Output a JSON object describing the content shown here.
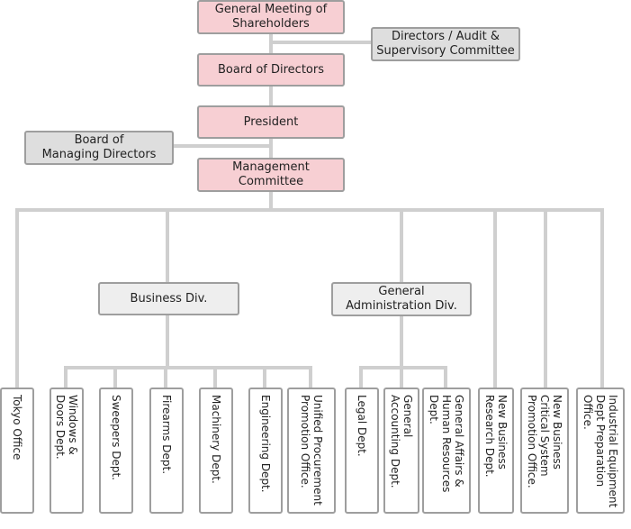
{
  "nodes": {
    "shareholders": "General Meeting of\nShareholders",
    "audit": "Directors / Audit &\nSupervisory Committee",
    "board": "Board of Directors",
    "president": "President",
    "managing": "Board of\nManaging Directors",
    "management": "Management\nCommittee",
    "business": "Business Div.",
    "general_admin": "General\nAdministration Div."
  },
  "departments": {
    "tokyo": "Tokyo Office",
    "windows": "Windows &\nDoors Dept.",
    "sweepers": "Sweepers Dept.",
    "firearms": "Firearms Dept.",
    "machinery": "Machinery Dept.",
    "engineering": "Engineering Dept.",
    "unified": "Unified Procurement\nPromotion Office.",
    "legal": "Legal Dept.",
    "accounting": "General\nAccounting Dept.",
    "affairs": "General Affairs &\nHuman Resources\nDept.",
    "research": "New Business\nResearch Dept.",
    "critical": "New Business\nCritical System\nPromotion Office.",
    "industrial": "Industrial Equipment\nDept Preparation\nOffice."
  },
  "colors": {
    "executive_fill": "#f7cfd3",
    "committee_fill": "#dedede",
    "division_fill": "#eeeeee",
    "connector": "#cfcfcf",
    "border": "#9e9e9e"
  }
}
